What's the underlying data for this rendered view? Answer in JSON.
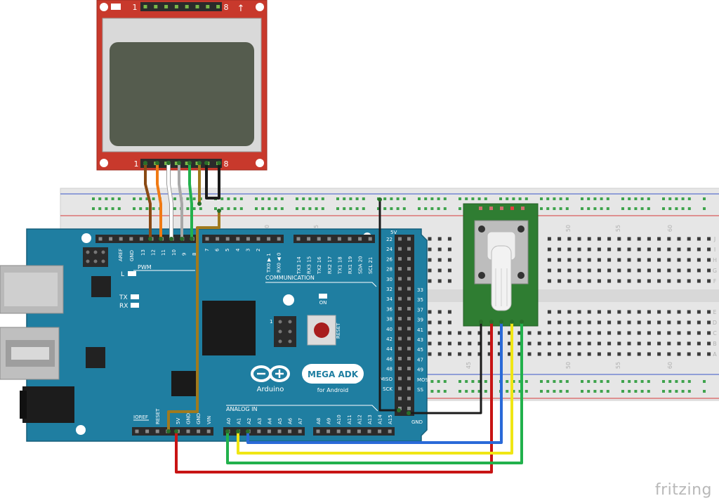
{
  "lcd": {
    "pin_first": "1",
    "pin_last": "8",
    "arrow": "↑"
  },
  "board": {
    "brand": "Arduino",
    "model_badge": "MEGA ADK",
    "model_sub": "for Android",
    "aref": "AREF",
    "gnd": "GND",
    "pwm": "PWM",
    "led_l": "L",
    "tx": "TX",
    "rx": "RX",
    "on": "ON",
    "reset": "RESET",
    "communication": "COMMUNICATION",
    "analog_in": "ANALOG IN",
    "ioref": "IOREF",
    "reset_hdr": "RESET",
    "power_labels": [
      "5V",
      "GND",
      "GND",
      "VIN"
    ],
    "pwm_pins": [
      "13",
      "12",
      "11",
      "10",
      "9",
      "8"
    ],
    "digital_pins": [
      "7",
      "6",
      "5",
      "4",
      "3",
      "2"
    ],
    "txrx_pins": [
      "TX0 ▶ 1",
      "RX0 ◀ 0"
    ],
    "comm_pins": [
      "TX3 14",
      "RX3 15",
      "TX2 16",
      "RX2 17",
      "TX1 18",
      "RX1 19",
      "SDA 20",
      "SCL 21"
    ],
    "analog_pins": [
      "A0",
      "A1",
      "A2",
      "A3",
      "A4",
      "A5",
      "A6",
      "A7",
      "A8",
      "A9",
      "A10",
      "A11",
      "A12",
      "A13",
      "A14",
      "A15"
    ],
    "double_left": [
      "22",
      "24",
      "26",
      "28",
      "30",
      "32",
      "34",
      "36",
      "38",
      "40",
      "42",
      "44",
      "46",
      "48",
      "MISO",
      "SCK"
    ],
    "double_right": [
      "33",
      "35",
      "37",
      "39",
      "41",
      "43",
      "45",
      "47",
      "49",
      "MOSI",
      "SS"
    ],
    "dh_top": "5V",
    "dh_bottom": "GND"
  },
  "breadboard": {
    "column_numbers": [
      "30",
      "35",
      "40",
      "45",
      "50",
      "55",
      "60"
    ],
    "row_letters_top": [
      "J",
      "I",
      "H",
      "G",
      "F"
    ],
    "row_letters_bottom": [
      "E",
      "D",
      "C",
      "B",
      "A"
    ]
  },
  "wire_colors": {
    "brown": "#8a4a14",
    "orange": "#f07a14",
    "white": "#ffffff",
    "gray": "#a8a8a8",
    "green": "#22b14c",
    "olive": "#a07a1e",
    "black": "#1a1a1a",
    "red": "#c81414",
    "yellow": "#f0e614",
    "blue": "#2a6ad8"
  },
  "watermark": "fritzing"
}
